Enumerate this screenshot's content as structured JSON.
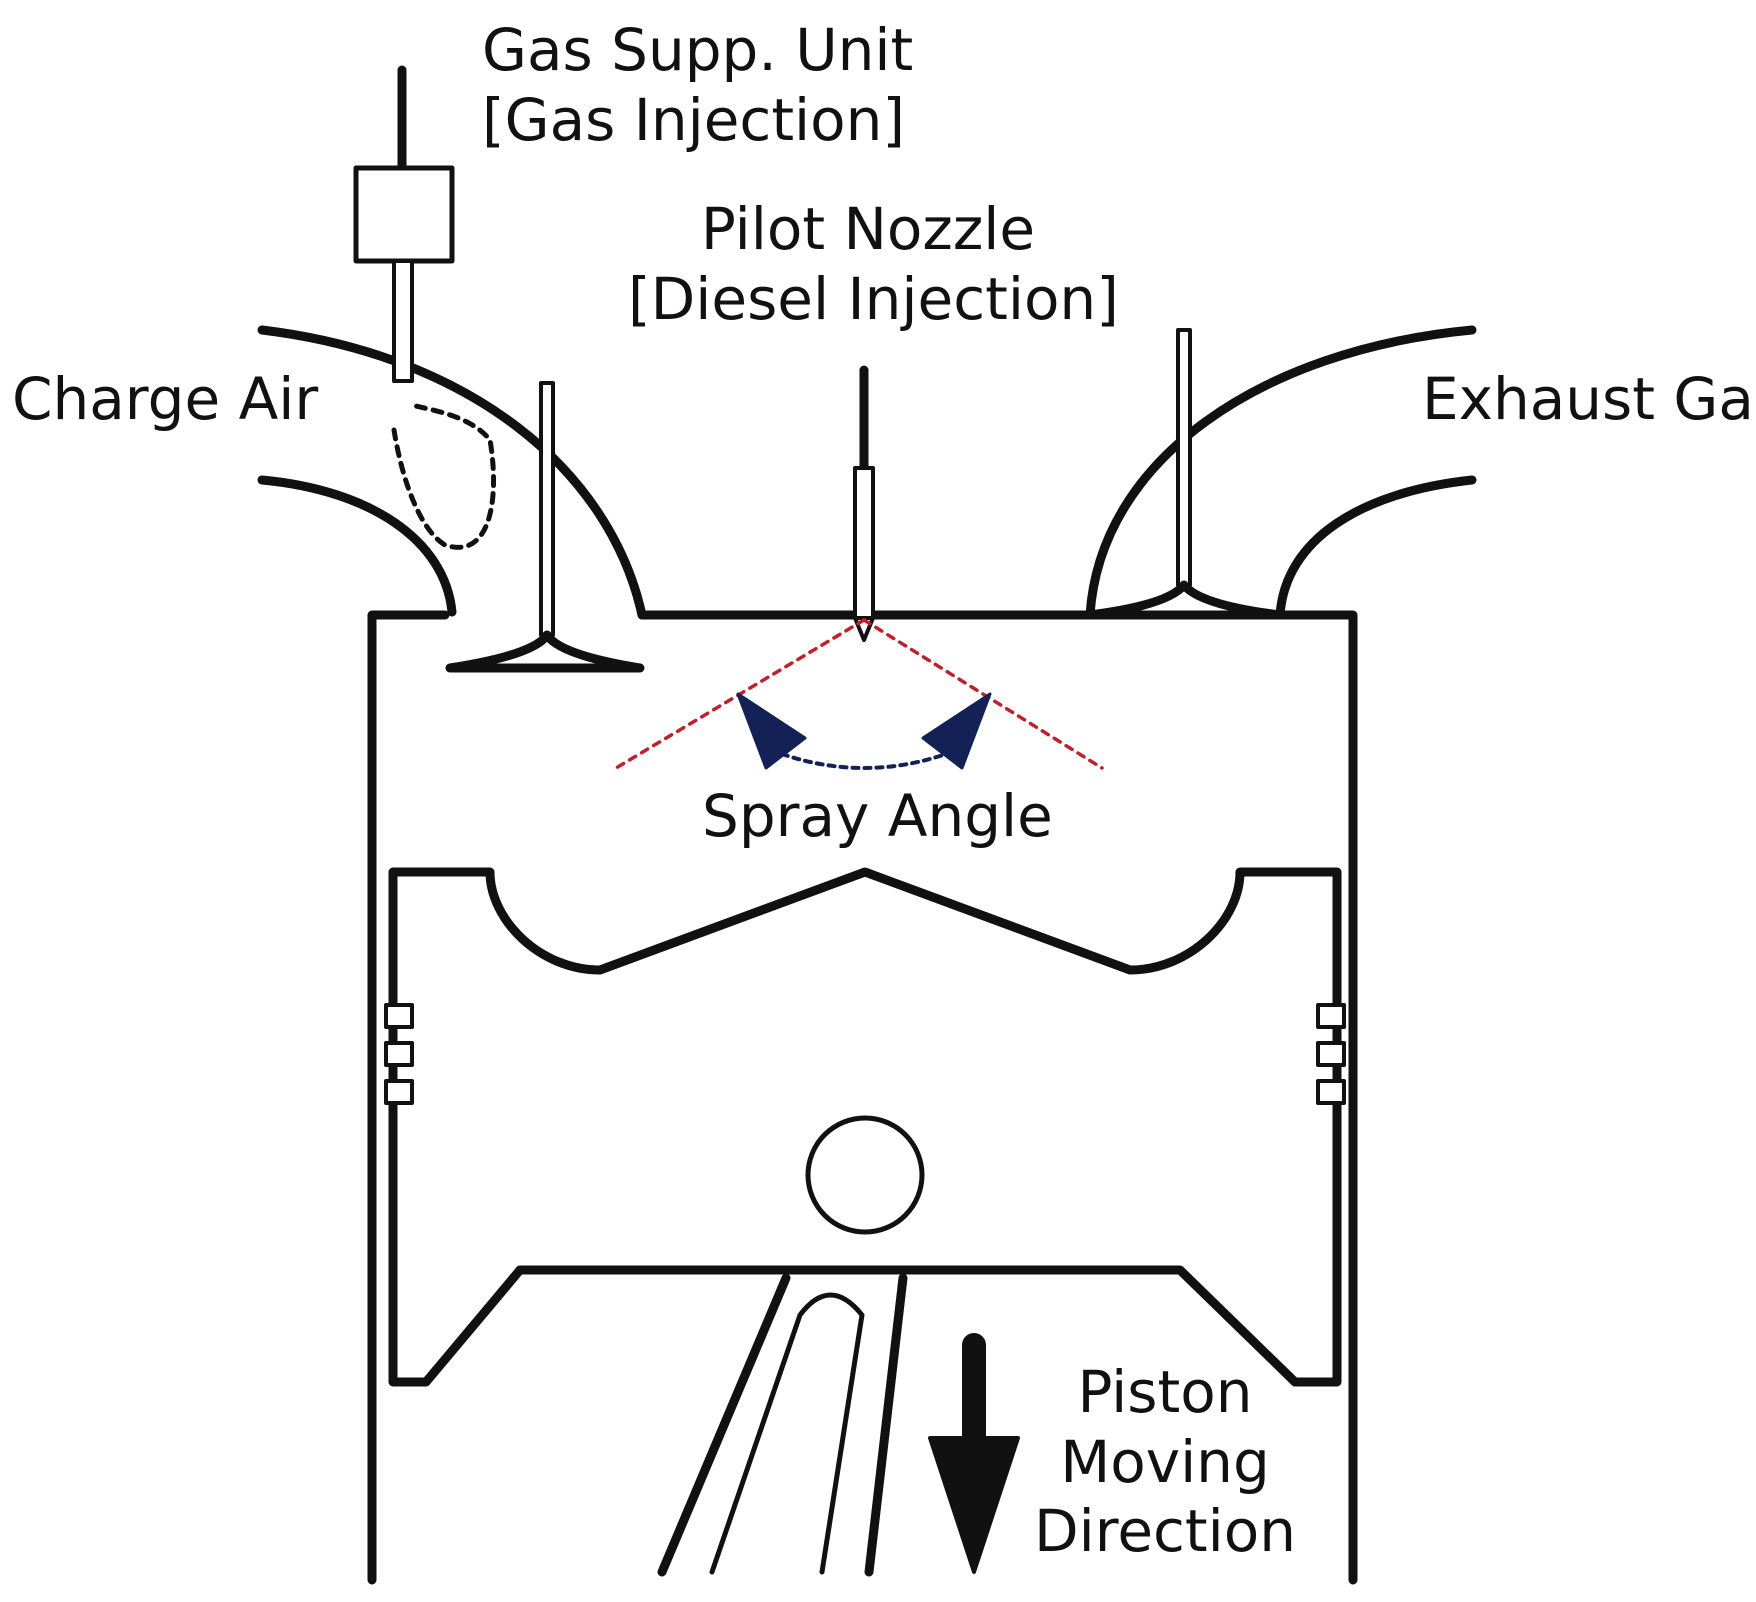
{
  "labels": {
    "gas_supply_line1": "Gas Supp. Unit",
    "gas_supply_line2": "[Gas Injection]",
    "pilot_line1": "Pilot Nozzle",
    "pilot_line2": "[Diesel Injection]",
    "charge_air": "Charge Air",
    "exhaust_gas": "Exhaust Gas",
    "spray_angle": "Spray Angle",
    "piston_line1": "Piston",
    "piston_line2": "Moving",
    "piston_line3": "Direction"
  },
  "colors": {
    "outline": "#111111",
    "spray": "#c0202a",
    "angle": "#142157"
  }
}
